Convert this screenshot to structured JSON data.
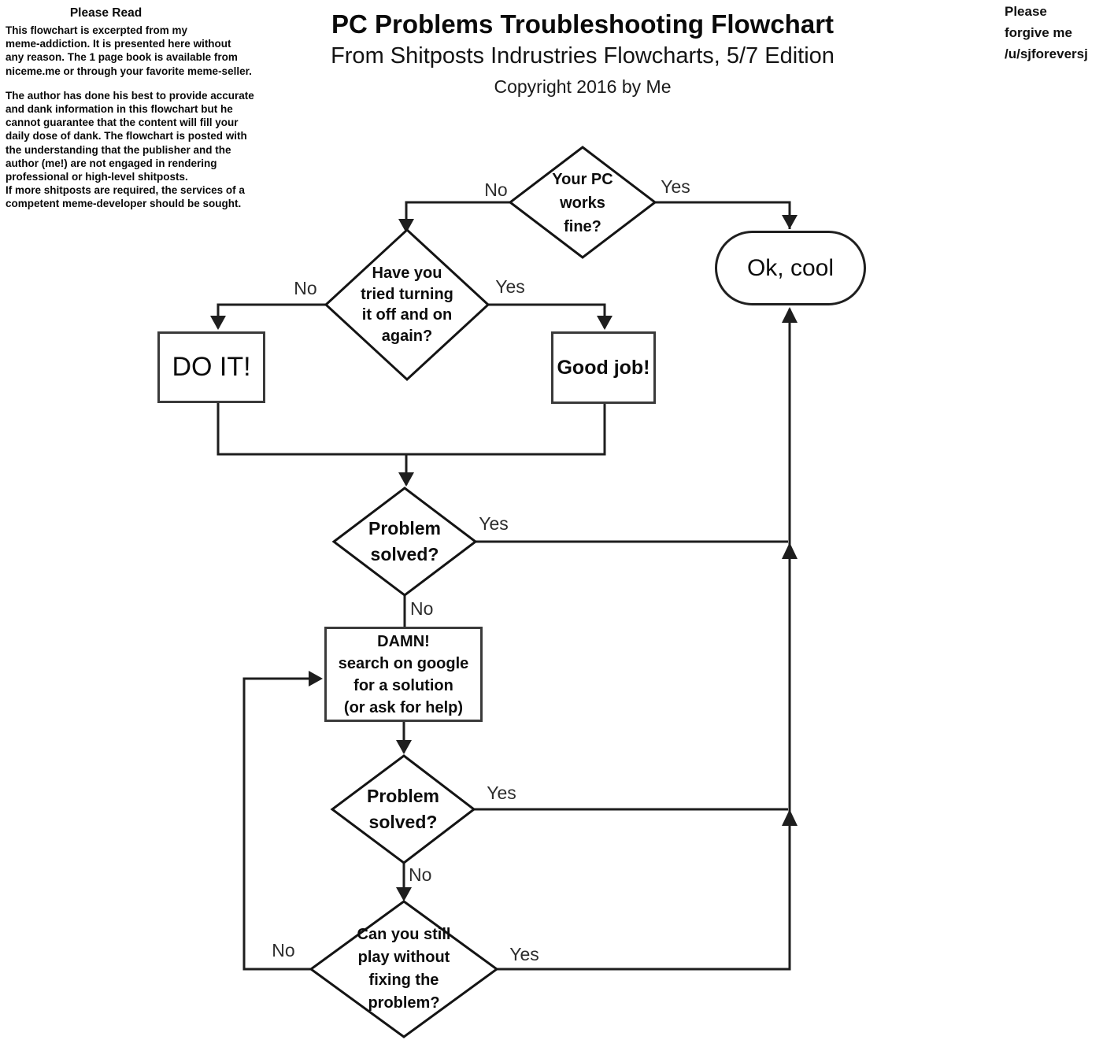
{
  "page": {
    "background": "#ffffff",
    "line_color": "#1e1e1e",
    "border_color": "#3a3a3a"
  },
  "header": {
    "title": "PC Problems Troubleshooting Flowchart",
    "subtitle": "From Shitposts Indrustries Flowcharts, 5/7 Edition",
    "copyright": "Copyright 2016 by Me"
  },
  "apology": {
    "lines": [
      "Please",
      "forgive me",
      "/u/sjforeversj"
    ]
  },
  "disclaimer": {
    "heading": "Please Read",
    "paragraph1": [
      "This flowchart is excerpted from my",
      "meme-addiction. It is presented here without",
      "any reason. The 1 page book is available from",
      "niceme.me or through your favorite meme-seller."
    ],
    "paragraph2": [
      "The author has done his best to provide accurate",
      "and dank information in this flowchart but he",
      "cannot guarantee that the content will fill your",
      "daily dose of dank.  The flowchart is posted with",
      "the understanding that the publisher and the",
      "author (me!) are not engaged in rendering",
      "professional or high-level shitposts.",
      "If more shitposts are required, the services of a",
      "competent meme-developer should be sought."
    ]
  },
  "nodes": {
    "pc_works_fine": {
      "type": "decision",
      "lines": [
        "Your PC",
        "works",
        "fine?"
      ]
    },
    "ok_cool": {
      "type": "terminator",
      "label": "Ok, cool"
    },
    "tried_off_on": {
      "type": "decision",
      "lines": [
        "Have you",
        "tried turning",
        "it off and on",
        "again?"
      ]
    },
    "do_it": {
      "type": "process",
      "label": "DO IT!"
    },
    "good_job": {
      "type": "process",
      "label": "Good job!"
    },
    "problem_solved_1": {
      "type": "decision",
      "lines": [
        "Problem",
        "solved?"
      ]
    },
    "damn_search": {
      "type": "process",
      "lines": [
        "DAMN!",
        "search on google",
        "for a solution",
        "(or ask for help)"
      ]
    },
    "problem_solved_2": {
      "type": "decision",
      "lines": [
        "Problem",
        "solved?"
      ]
    },
    "can_still_play": {
      "type": "decision",
      "lines": [
        "Can you still",
        "play without",
        "fixing the",
        "problem?"
      ]
    }
  },
  "edge_labels": {
    "pc_works_no": "No",
    "pc_works_yes": "Yes",
    "tried_no": "No",
    "tried_yes": "Yes",
    "solved1_yes": "Yes",
    "solved1_no": "No",
    "solved2_yes": "Yes",
    "solved2_no": "No",
    "play_no": "No",
    "play_yes": "Yes"
  }
}
